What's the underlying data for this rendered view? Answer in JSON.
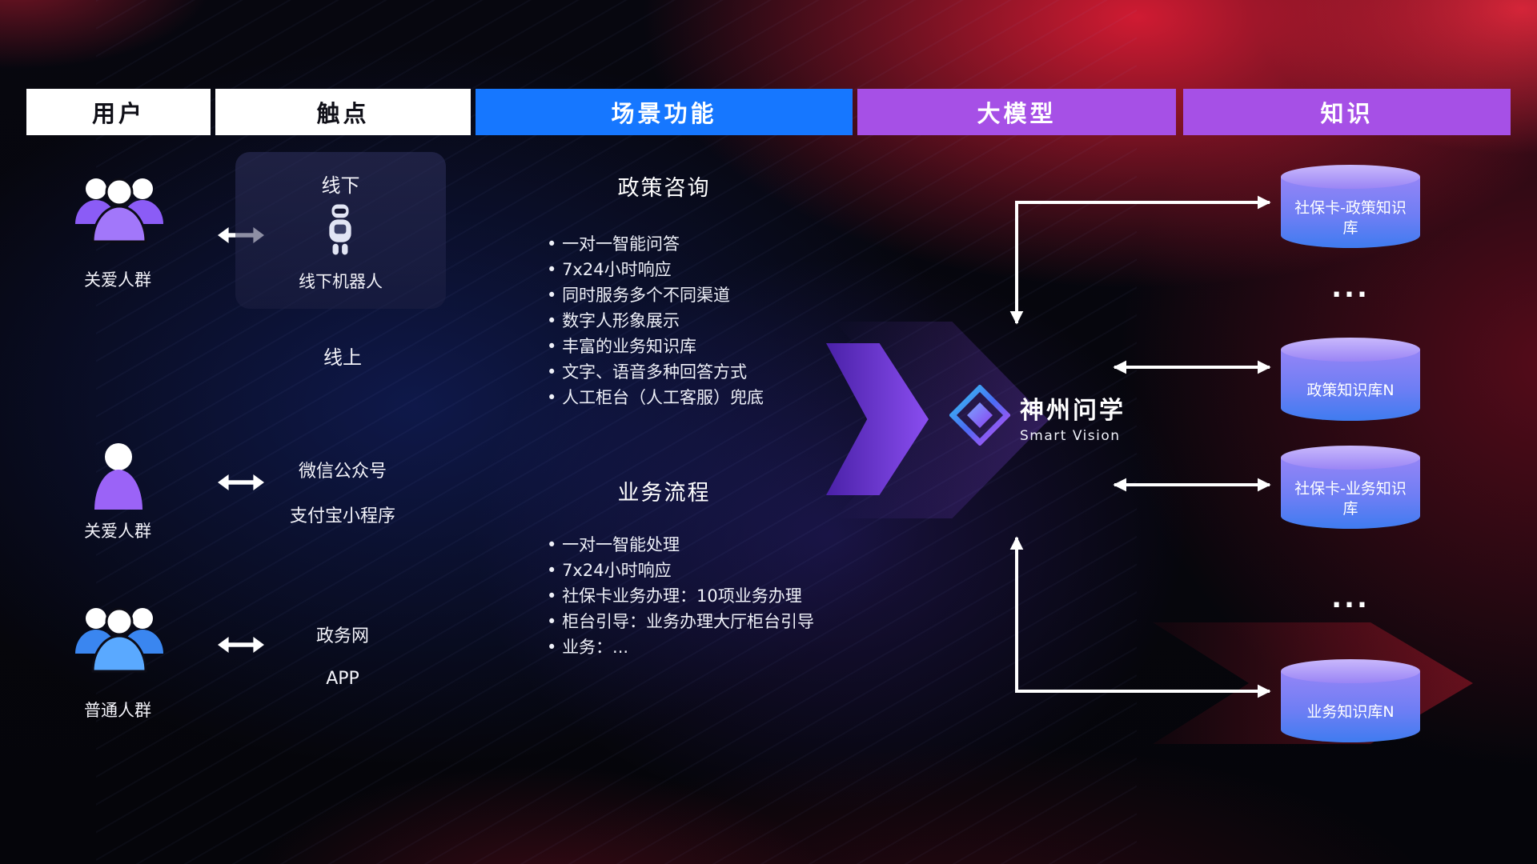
{
  "header": {
    "columns": [
      "用户",
      "触点",
      "场景功能",
      "大模型",
      "知识"
    ]
  },
  "users": [
    {
      "label": "关爱人群"
    },
    {
      "label": "关爱人群"
    },
    {
      "label": "普通人群"
    }
  ],
  "touchpoints": {
    "offline_title": "线下",
    "offline_robot_label": "线下机器人",
    "online_title": "线上",
    "channels": [
      "微信公众号",
      "支付宝小程序",
      "政务网",
      "APP"
    ]
  },
  "scenarios": [
    {
      "title": "政策咨询",
      "items": [
        "一对一智能问答",
        "7x24小时响应",
        "同时服务多个不同渠道",
        "数字人形象展示",
        "丰富的业务知识库",
        "文字、语音多种回答方式",
        "人工柜台（人工客服）兜底"
      ]
    },
    {
      "title": "业务流程",
      "items": [
        "一对一智能处理",
        "7x24小时响应",
        "社保卡业务办理：10项业务办理",
        "柜台引导：业务办理大厅柜台引导",
        "业务：..."
      ]
    }
  ],
  "model": {
    "name": "神州问学",
    "subtitle": "Smart Vision"
  },
  "knowledge": {
    "databases": [
      "社保卡-政策知识库",
      "政策知识库N",
      "社保卡-业务知识库",
      "业务知识库N"
    ],
    "ellipsis": "..."
  },
  "colors": {
    "header_blue": "#1677ff",
    "header_purple": "#a650e6",
    "user_purple": "#9b63f7",
    "user_blue": "#55a9ff",
    "db_top": "#c9b8fc",
    "db_bottom": "#3f7cf0",
    "arrow_purple": "#8a4df0",
    "connector_white": "#ffffff"
  }
}
